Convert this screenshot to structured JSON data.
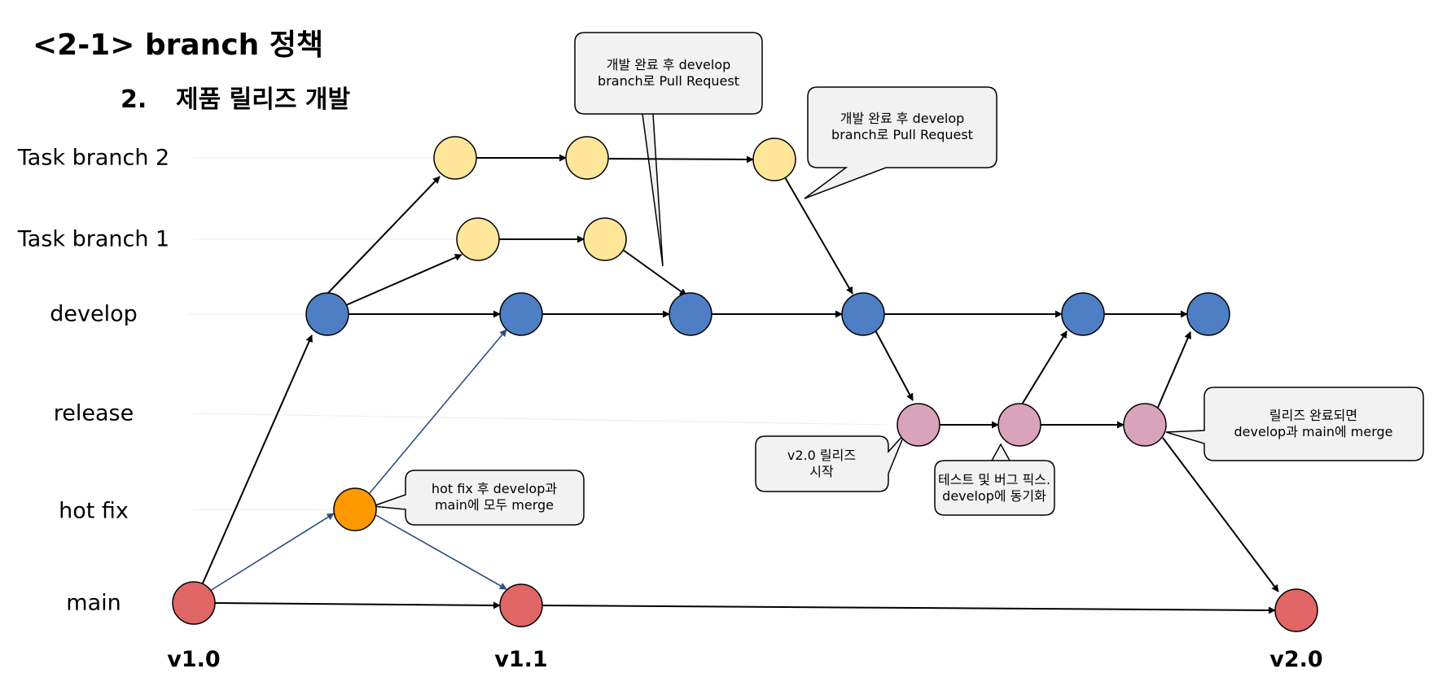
{
  "title": "<2-1> branch 정책",
  "subtitle": {
    "number": "2.",
    "text": "제품 릴리즈 개발"
  },
  "lanes": {
    "task2": "Task branch 2",
    "task1": "Task branch 1",
    "develop": "develop",
    "release": "release",
    "hotfix": "hot fix",
    "main": "main"
  },
  "versions": {
    "v10": "v1.0",
    "v11": "v1.1",
    "v20": "v2.0"
  },
  "callouts": {
    "pr1": {
      "line1": "개발 완료 후 develop",
      "line2": "branch로 Pull Request"
    },
    "pr2": {
      "line1": "개발 완료 후 develop",
      "line2": "branch로 Pull Request"
    },
    "hotfix": {
      "line1": "hot fix 후 develop과",
      "line2": "main에 모두 merge"
    },
    "release_start": {
      "line1": "v2.0 릴리즈",
      "line2": "시작"
    },
    "release_test": {
      "line1": "테스트 및 버그 픽스.",
      "line2": "develop에 동기화"
    },
    "release_done": {
      "line1": "릴리즈 완료되면",
      "line2": "develop과 main에 merge"
    }
  },
  "colors": {
    "task": "#FFE699",
    "develop": "#4E7EC3",
    "release": "#D9A3BB",
    "hotfix": "#FF9900",
    "main": "#E06666",
    "hotfix_arrow": "#2F4F7F",
    "callout_fill": "#F2F2F2"
  }
}
